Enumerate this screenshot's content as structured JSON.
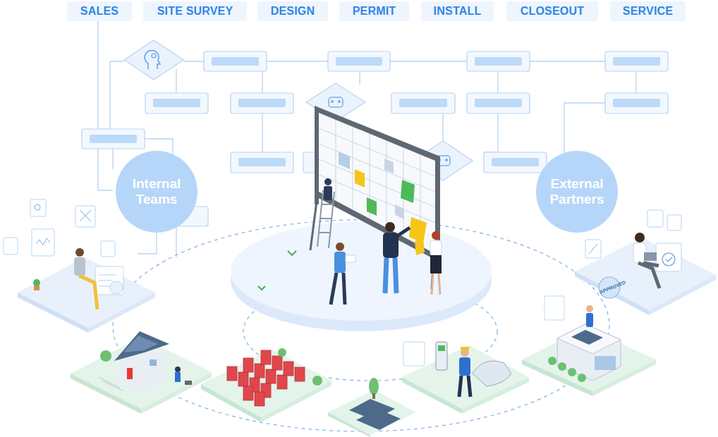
{
  "diagram": {
    "nodes": [
      {
        "text": [
          "SALES"
        ]
      },
      {
        "text": [
          "SITE SURVEY"
        ]
      },
      {
        "text": [
          "DESIGN"
        ]
      },
      {
        "text": [
          "PERMIT"
        ]
      },
      {
        "text": [
          "INSTALL"
        ]
      },
      {
        "text": [
          "CLOSEOUT"
        ]
      },
      {
        "text": [
          "SERVICE"
        ]
      },
      {
        "text": [
          "Internal Teams"
        ]
      },
      {
        "text": [
          "External Partners"
        ]
      }
    ],
    "labels": [
      "APPROVED"
    ]
  }
}
